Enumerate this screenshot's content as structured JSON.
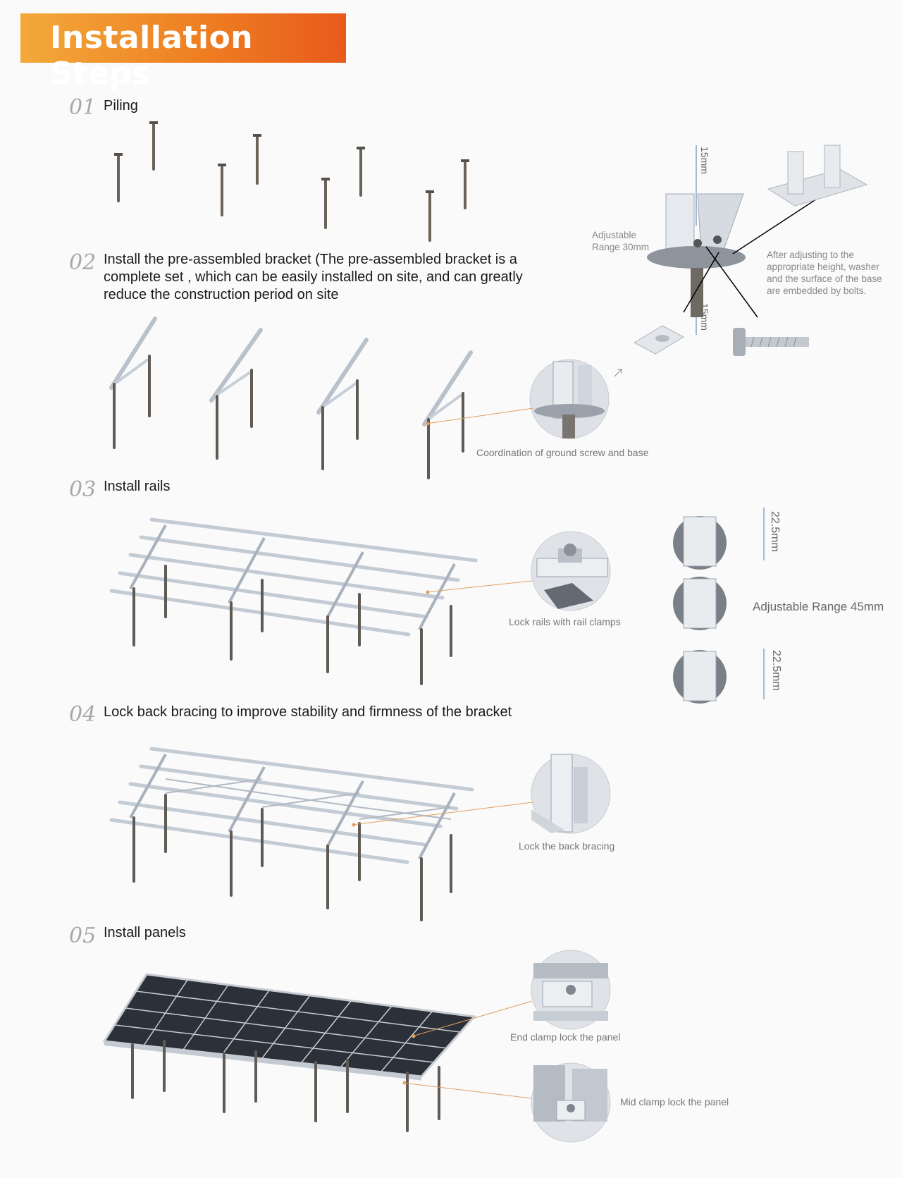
{
  "banner": {
    "title": "Installation Steps"
  },
  "steps": [
    {
      "num": "01",
      "title": "Piling"
    },
    {
      "num": "02",
      "title": "Install the pre-assembled bracket (The pre-assembled bracket is a complete set , which can be easily installed on site, and can greatly reduce the construction period on site"
    },
    {
      "num": "03",
      "title": "Install rails"
    },
    {
      "num": "04",
      "title": "Lock back bracing to improve stability and firmness of the bracket"
    },
    {
      "num": "05",
      "title": "Install panels"
    }
  ],
  "detail": {
    "adjustable_range": "Adjustable Range 30mm",
    "dim_top": "15mm",
    "dim_bottom": "15mm",
    "after_adjusting": "After adjusting to the appropriate height, washer and the surface of the base are embedded by bolts."
  },
  "captions": {
    "ground_screw": "Coordination of ground screw and base",
    "rail_clamps": "Lock rails with rail clamps",
    "back_bracing": "Lock the back bracing",
    "end_clamp": "End clamp lock the panel",
    "mid_clamp": "Mid clamp  lock the panel"
  },
  "rail_adjust": {
    "range": "Adjustable Range 45mm",
    "dim_top": "22.5mm",
    "dim_bottom": "22.5mm"
  },
  "colors": {
    "banner_start": "#f3a93a",
    "banner_end": "#e85a1c",
    "leader": "#e0a060"
  }
}
